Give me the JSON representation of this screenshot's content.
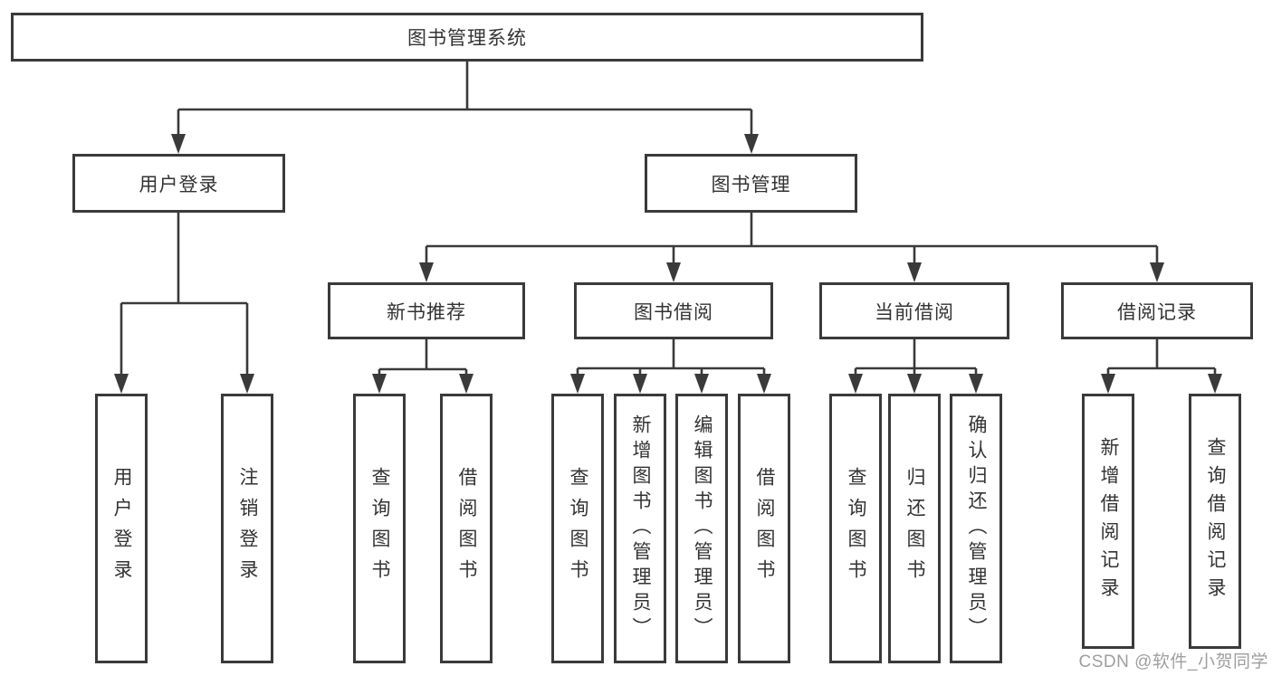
{
  "tree": {
    "label": "图书管理系统",
    "children": [
      {
        "label": "用户登录",
        "children": [
          {
            "label": "用户登录"
          },
          {
            "label": "注销登录"
          }
        ]
      },
      {
        "label": "图书管理",
        "children": [
          {
            "label": "新书推荐",
            "children": [
              {
                "label": "查询图书"
              },
              {
                "label": "借阅图书"
              }
            ]
          },
          {
            "label": "图书借阅",
            "children": [
              {
                "label": "查询图书"
              },
              {
                "label": "新增图书（管理员）"
              },
              {
                "label": "编辑图书（管理员）"
              },
              {
                "label": "借阅图书"
              }
            ]
          },
          {
            "label": "当前借阅",
            "children": [
              {
                "label": "查询图书"
              },
              {
                "label": "归还图书"
              },
              {
                "label": "确认归还（管理员）"
              }
            ]
          },
          {
            "label": "借阅记录",
            "children": [
              {
                "label": "新增借阅记录"
              },
              {
                "label": "查询借阅记录"
              }
            ]
          }
        ]
      }
    ]
  },
  "watermark": {
    "text": "CSDN @软件_小贺同学"
  },
  "colors": {
    "line": "#3a3a3a",
    "text": "#333333",
    "watermark_text": "#9e9e9e",
    "background": "#ffffff"
  }
}
